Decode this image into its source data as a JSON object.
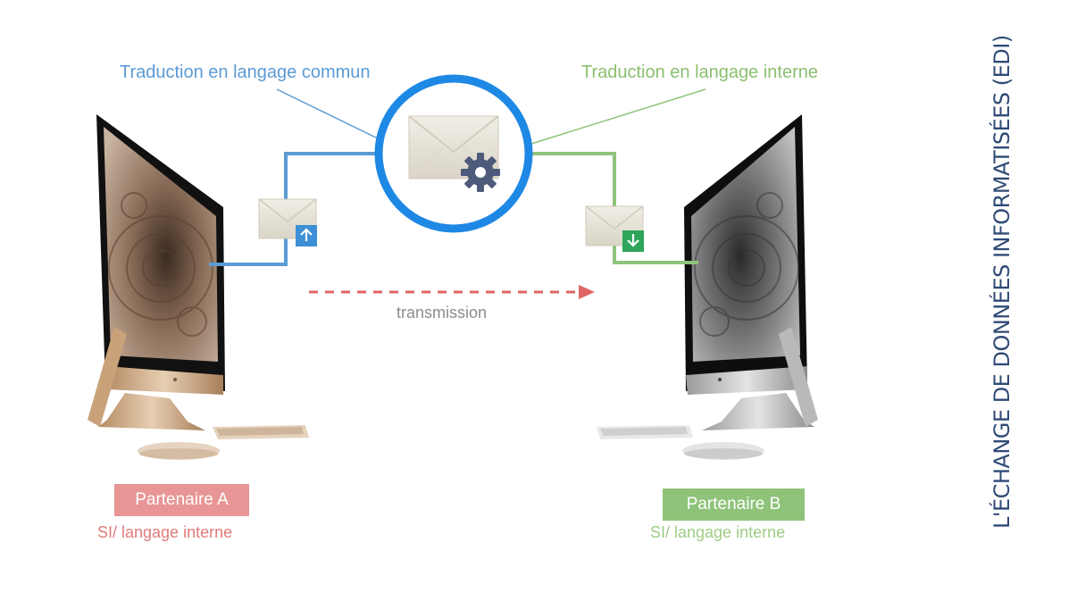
{
  "labels": {
    "common_translation": "Traduction en langage commun",
    "internal_translation": "Traduction en langage interne",
    "transmission": "transmission"
  },
  "partner_a": {
    "name": "Partenaire A",
    "system": "SI/ langage interne"
  },
  "partner_b": {
    "name": "Partenaire B",
    "system": "SI/ langage interne"
  },
  "title": "L'ÉCHANGE DE DONNÉES INFORMATISÉES (EDI)",
  "colors": {
    "blue": "#1e88e5",
    "green": "#8fc37a",
    "red": "#e06666",
    "navy": "#2f4a75"
  },
  "icons": [
    "gear-icon",
    "arrow-up-icon",
    "arrow-down-icon",
    "envelope-icon",
    "computer-icon"
  ]
}
